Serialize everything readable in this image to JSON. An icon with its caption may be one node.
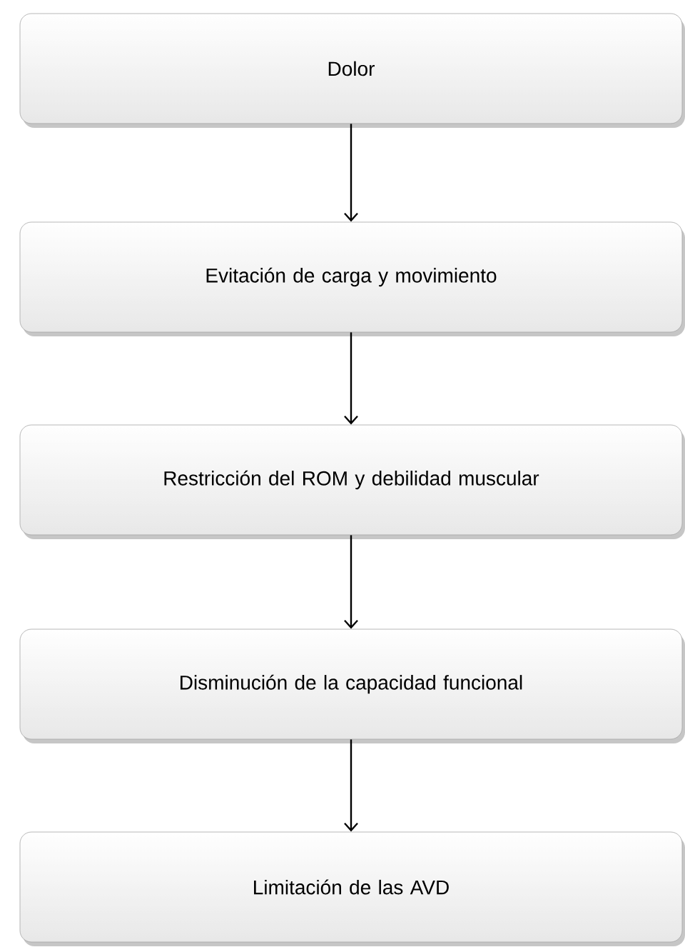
{
  "diagram": {
    "nodes": [
      {
        "text": [
          "Dolor"
        ]
      },
      {
        "text": [
          "Evitación de carga y movimiento"
        ]
      },
      {
        "text": [
          "Restricción del ROM y debilidad muscular"
        ]
      },
      {
        "text": [
          "Disminución de la capacidad funcional"
        ]
      },
      {
        "text": [
          "Limitación de las AVD"
        ]
      }
    ],
    "edges": [
      {
        "from": 0,
        "to": 1,
        "arrow": "to"
      },
      {
        "from": 1,
        "to": 2,
        "arrow": "to"
      },
      {
        "from": 2,
        "to": 3,
        "arrow": "to"
      },
      {
        "from": 3,
        "to": 4,
        "arrow": "to"
      }
    ]
  }
}
